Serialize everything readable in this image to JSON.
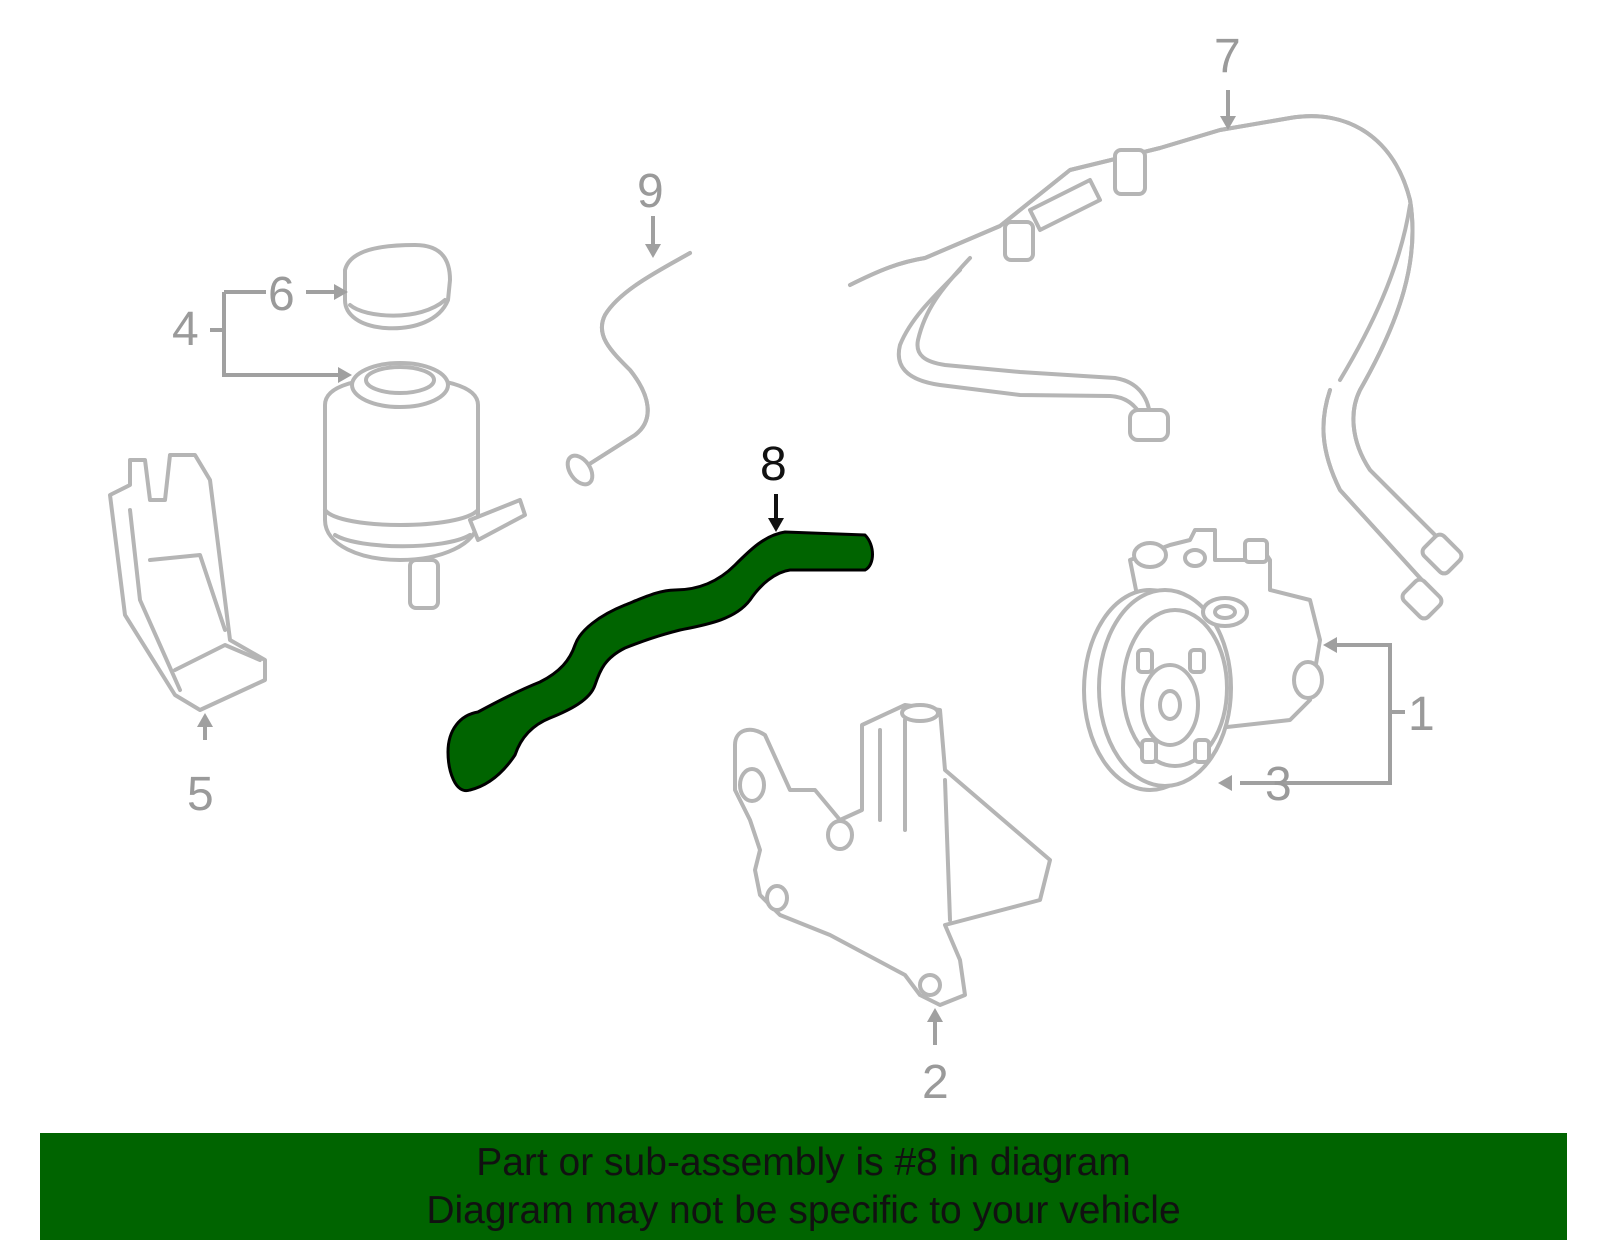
{
  "highlight_color": "#006400",
  "diagram": {
    "highlighted_part": "8",
    "callouts": {
      "c1": "1",
      "c2": "2",
      "c3": "3",
      "c4": "4",
      "c5": "5",
      "c6": "6",
      "c7": "7",
      "c8": "8",
      "c9": "9"
    }
  },
  "banner": {
    "line1": "Part or sub-assembly is #8 in diagram",
    "line2": "Diagram may not be specific to your vehicle"
  }
}
